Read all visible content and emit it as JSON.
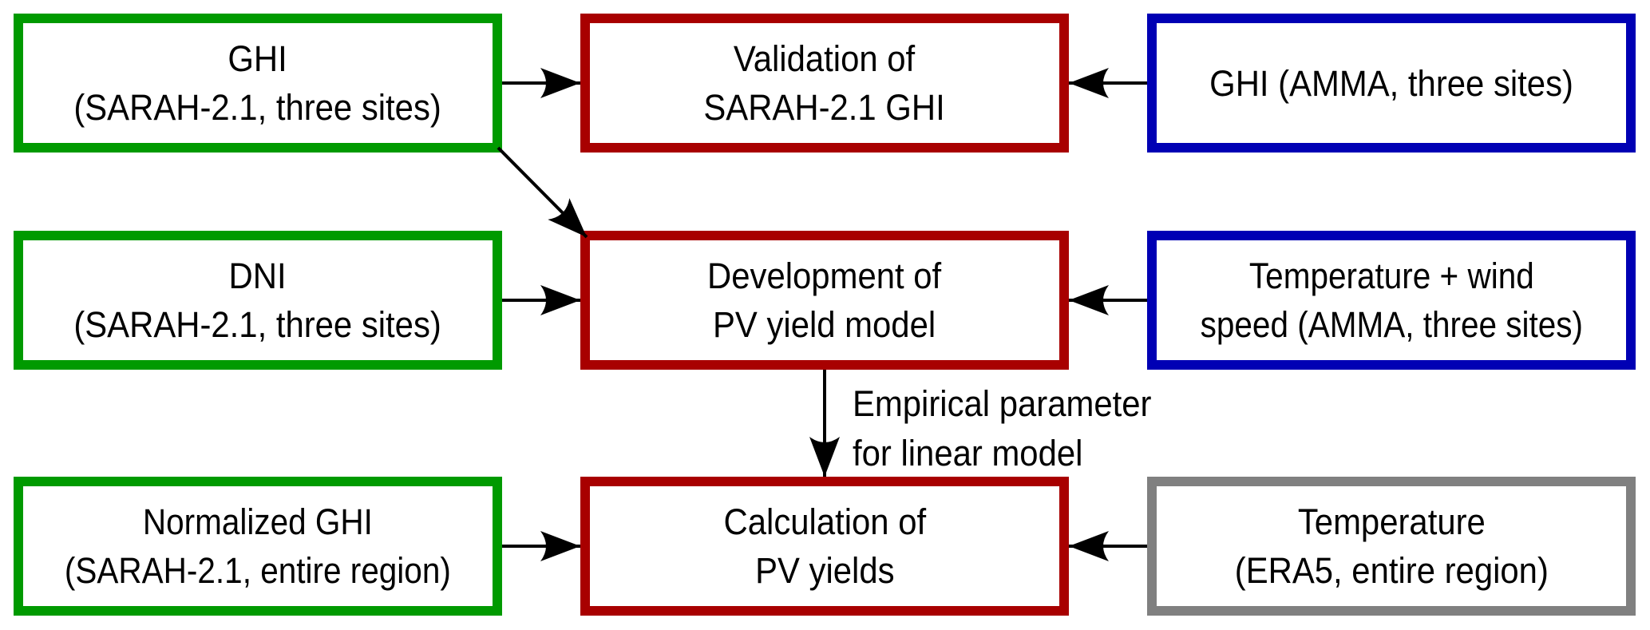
{
  "diagram": {
    "title": "",
    "colors": {
      "input_satellite": "#009a00",
      "process": "#a80000",
      "input_ground": "#0000b4",
      "input_reanalysis": "#808080",
      "arrow": "#000000"
    },
    "nodes": {
      "ghi_sarah": {
        "line1": "GHI",
        "line2": "(SARAH-2.1, three sites)"
      },
      "validation": {
        "line1": "Validation of",
        "line2": "SARAH-2.1 GHI"
      },
      "ghi_amma": {
        "line1": "GHI (AMMA, three sites)"
      },
      "dni_sarah": {
        "line1": "DNI",
        "line2": "(SARAH-2.1, three sites)"
      },
      "development": {
        "line1": "Development of",
        "line2": "PV yield model"
      },
      "temp_wind_amma": {
        "line1": "Temperature + wind",
        "line2": "speed (AMMA, three sites)"
      },
      "normalized_ghi": {
        "line1": "Normalized GHI",
        "line2": "(SARAH-2.1, entire region)"
      },
      "calculation": {
        "line1": "Calculation of",
        "line2": "PV yields"
      },
      "temp_era5": {
        "line1": "Temperature",
        "line2": "(ERA5, entire region)"
      }
    },
    "edges": [
      {
        "from": "ghi_sarah",
        "to": "validation",
        "label": ""
      },
      {
        "from": "ghi_amma",
        "to": "validation",
        "label": ""
      },
      {
        "from": "ghi_sarah",
        "to": "development",
        "label": ""
      },
      {
        "from": "dni_sarah",
        "to": "development",
        "label": ""
      },
      {
        "from": "temp_wind_amma",
        "to": "development",
        "label": ""
      },
      {
        "from": "development",
        "to": "calculation",
        "label": "Empirical parameter for linear model"
      },
      {
        "from": "normalized_ghi",
        "to": "calculation",
        "label": ""
      },
      {
        "from": "temp_era5",
        "to": "calculation",
        "label": ""
      }
    ],
    "edge_label": {
      "line1": "Empirical parameter",
      "line2": "for linear model"
    }
  }
}
